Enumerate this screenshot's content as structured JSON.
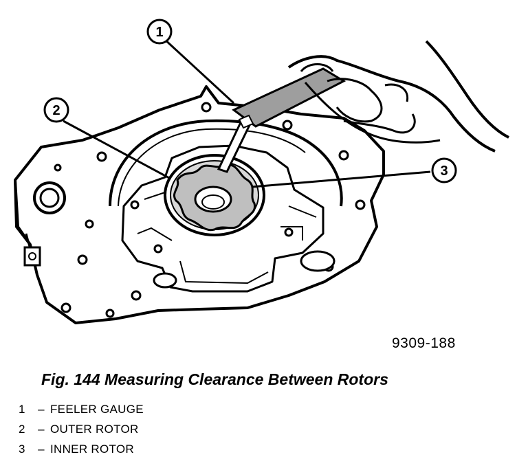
{
  "figure": {
    "code": "9309-188",
    "callouts": [
      {
        "number": "1"
      },
      {
        "number": "2"
      },
      {
        "number": "3"
      }
    ]
  },
  "caption": "Fig. 144 Measuring Clearance Between Rotors",
  "legend": [
    {
      "number": "1",
      "separator": "–",
      "label": "FEELER GAUGE"
    },
    {
      "number": "2",
      "separator": "–",
      "label": "OUTER ROTOR"
    },
    {
      "number": "3",
      "separator": "–",
      "label": "INNER ROTOR"
    }
  ]
}
